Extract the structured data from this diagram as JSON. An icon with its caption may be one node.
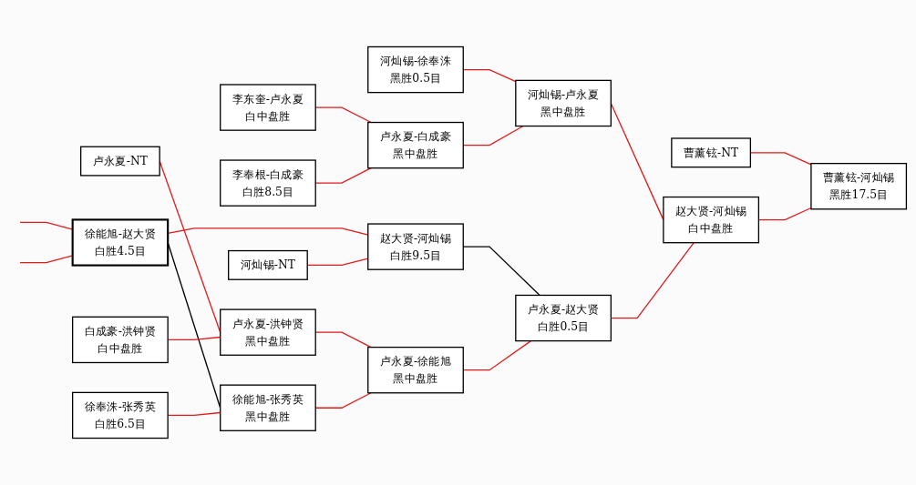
{
  "diagram": {
    "nodes": [
      {
        "text": [
          "徐能旭-赵大贤",
          "白胜4.5目"
        ]
      },
      {
        "text": [
          "卢永夏-NT"
        ]
      },
      {
        "text": [
          "白成豪-洪钟贤",
          "白中盘胜"
        ]
      },
      {
        "text": [
          "徐奉洙-张秀英",
          "白胜6.5目"
        ]
      },
      {
        "text": [
          "李东奎-卢永夏",
          "白中盘胜"
        ]
      },
      {
        "text": [
          "李奉根-白成豪",
          "白胜8.5目"
        ]
      },
      {
        "text": [
          "河灿锡-NT"
        ]
      },
      {
        "text": [
          "卢永夏-洪钟贤",
          "黑中盘胜"
        ]
      },
      {
        "text": [
          "徐能旭-张秀英",
          "黑中盘胜"
        ]
      },
      {
        "text": [
          "河灿锡-徐奉洙",
          "黑胜0.5目"
        ]
      },
      {
        "text": [
          "卢永夏-白成豪",
          "黑中盘胜"
        ]
      },
      {
        "text": [
          "赵大贤-河灿锡",
          "白胜9.5目"
        ]
      },
      {
        "text": [
          "卢永夏-徐能旭",
          "黑中盘胜"
        ]
      },
      {
        "text": [
          "河灿锡-卢永夏",
          "黑中盘胜"
        ]
      },
      {
        "text": [
          "卢永夏-赵大贤",
          "白胜0.5目"
        ]
      },
      {
        "text": [
          "曹薰铉-NT"
        ]
      },
      {
        "text": [
          "赵大贤-河灿锡",
          "白中盘胜"
        ]
      },
      {
        "text": [
          "曹薰铉-河灿锡",
          "黑胜17.5目"
        ]
      }
    ],
    "edges": [
      {
        "from": null,
        "to": 0,
        "arrow": "none"
      },
      {
        "from": null,
        "to": 0,
        "arrow": "none"
      },
      {
        "from": 0,
        "to": 11,
        "arrow": "none"
      },
      {
        "from": 0,
        "to": 8,
        "arrow": "none",
        "color": "#000000"
      },
      {
        "from": 1,
        "to": 7,
        "arrow": "none"
      },
      {
        "from": 2,
        "to": 7,
        "arrow": "none"
      },
      {
        "from": 3,
        "to": 8,
        "arrow": "none"
      },
      {
        "from": 4,
        "to": 10,
        "arrow": "none"
      },
      {
        "from": 5,
        "to": 10,
        "arrow": "none"
      },
      {
        "from": 6,
        "to": 11,
        "arrow": "none"
      },
      {
        "from": 7,
        "to": 12,
        "arrow": "none"
      },
      {
        "from": 8,
        "to": 12,
        "arrow": "none"
      },
      {
        "from": 9,
        "to": 13,
        "arrow": "none"
      },
      {
        "from": 10,
        "to": 13,
        "arrow": "none"
      },
      {
        "from": 11,
        "to": 14,
        "arrow": "none",
        "color": "#000000"
      },
      {
        "from": 12,
        "to": 14,
        "arrow": "none"
      },
      {
        "from": 13,
        "to": 16,
        "arrow": "none"
      },
      {
        "from": 14,
        "to": 16,
        "arrow": "none"
      },
      {
        "from": 15,
        "to": 17,
        "arrow": "none"
      },
      {
        "from": 16,
        "to": 17,
        "arrow": "none"
      }
    ]
  }
}
